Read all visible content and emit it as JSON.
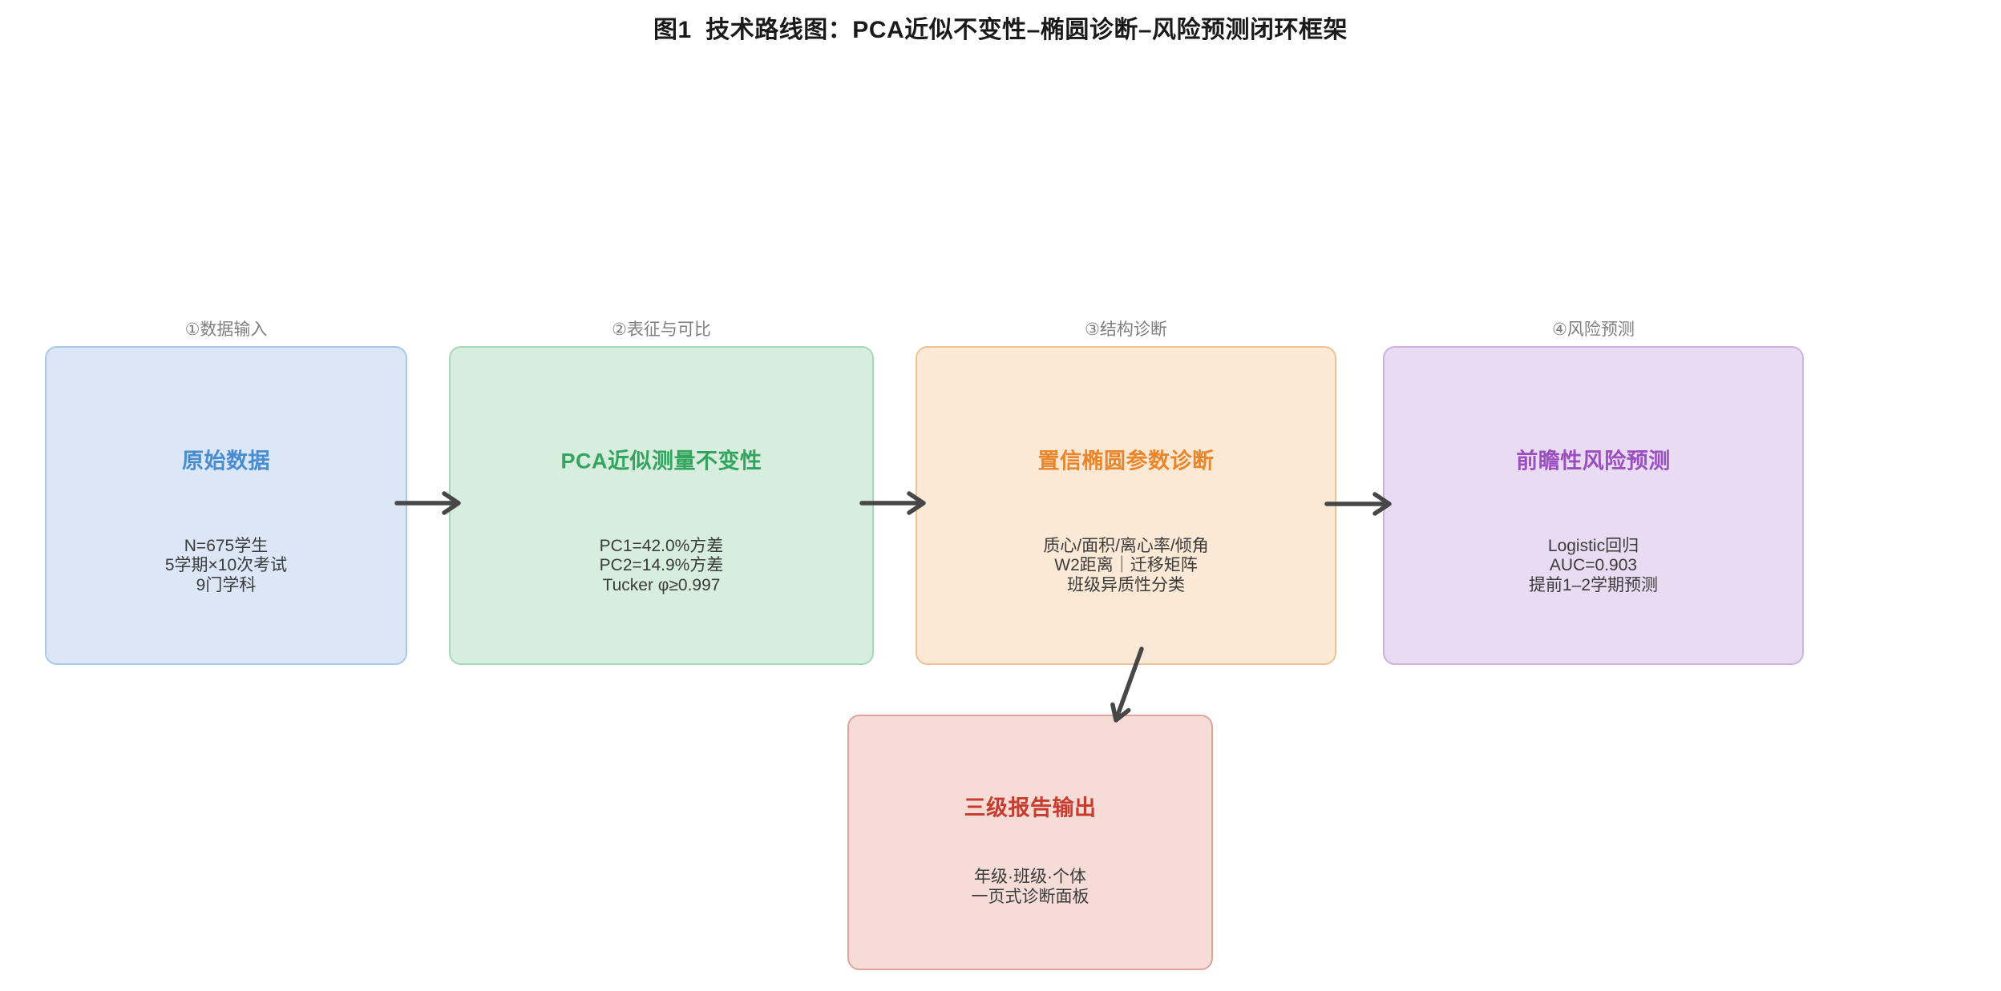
{
  "title": "图1  技术路线图：PCA近似不变性–椭圆诊断–风险预测闭环框架",
  "colors": {
    "background": "#ffffff",
    "title_text": "#1a1a1a",
    "stage_label": "#7f7f7f",
    "body_text": "#3b3b3b",
    "arrow": "#474747"
  },
  "stages": [
    {
      "label": "①数据输入",
      "title": "原始数据",
      "body": [
        "N=675学生",
        "5学期×10次考试",
        "9门学科"
      ],
      "fill": "#dbe7f6",
      "border": "#a8c8e8",
      "accent": "#4a8cd0"
    },
    {
      "label": "②表征与可比",
      "title": "PCA近似测量不变性",
      "body": [
        "PC1=42.0%方差",
        "PC2=14.9%方差",
        "Tucker φ≥0.997"
      ],
      "fill": "#d7eede",
      "border": "#a5d8b8",
      "accent": "#32a45e"
    },
    {
      "label": "③结构诊断",
      "title": "置信椭圆参数诊断",
      "body": [
        "质心/面积/离心率/倾角",
        "W2距离｜迁移矩阵",
        "班级异质性分类"
      ],
      "fill": "#fbe9d5",
      "border": "#f0c193",
      "accent": "#e9862c"
    },
    {
      "label": "④风险预测",
      "title": "前瞻性风险预测",
      "body": [
        "Logistic回归",
        "AUC=0.903",
        "提前1–2学期预测"
      ],
      "fill": "#e9dcf2",
      "border": "#cdb2e0",
      "accent": "#9a4fc0"
    }
  ],
  "output_box": {
    "title": "三级报告输出",
    "body": [
      "年级·班级·个体",
      "一页式诊断面板"
    ],
    "fill": "#f5dcd7",
    "border": "#dfa49b",
    "accent": "#c83c30"
  }
}
